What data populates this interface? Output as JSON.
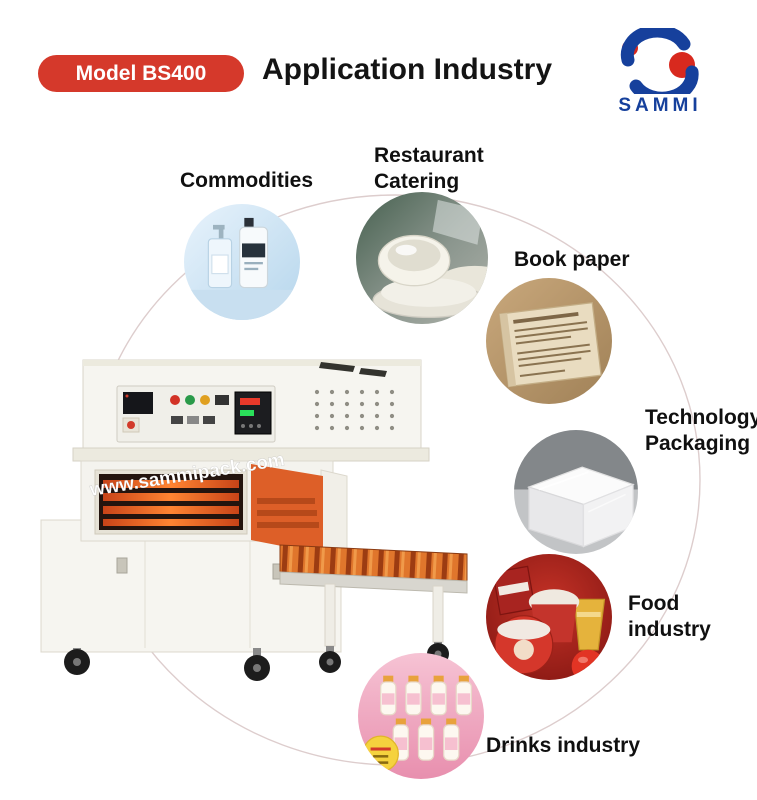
{
  "badge": {
    "label": "Model BS400"
  },
  "header": {
    "title": "Application Industry"
  },
  "logo": {
    "text": "SAMMI"
  },
  "machine": {
    "watermark": "www.sammipack.com"
  },
  "applications": [
    {
      "label": "Commodities"
    },
    {
      "label": "Restaurant Catering"
    },
    {
      "label": "Book paper"
    },
    {
      "label": "Technology Packaging"
    },
    {
      "label": "Food industry"
    },
    {
      "label": "Drinks industry"
    }
  ],
  "colors": {
    "badge_red": "#d5392b",
    "logo_blue": "#16409c",
    "logo_red": "#d8291e",
    "machine_orange": "#dd5f28"
  }
}
